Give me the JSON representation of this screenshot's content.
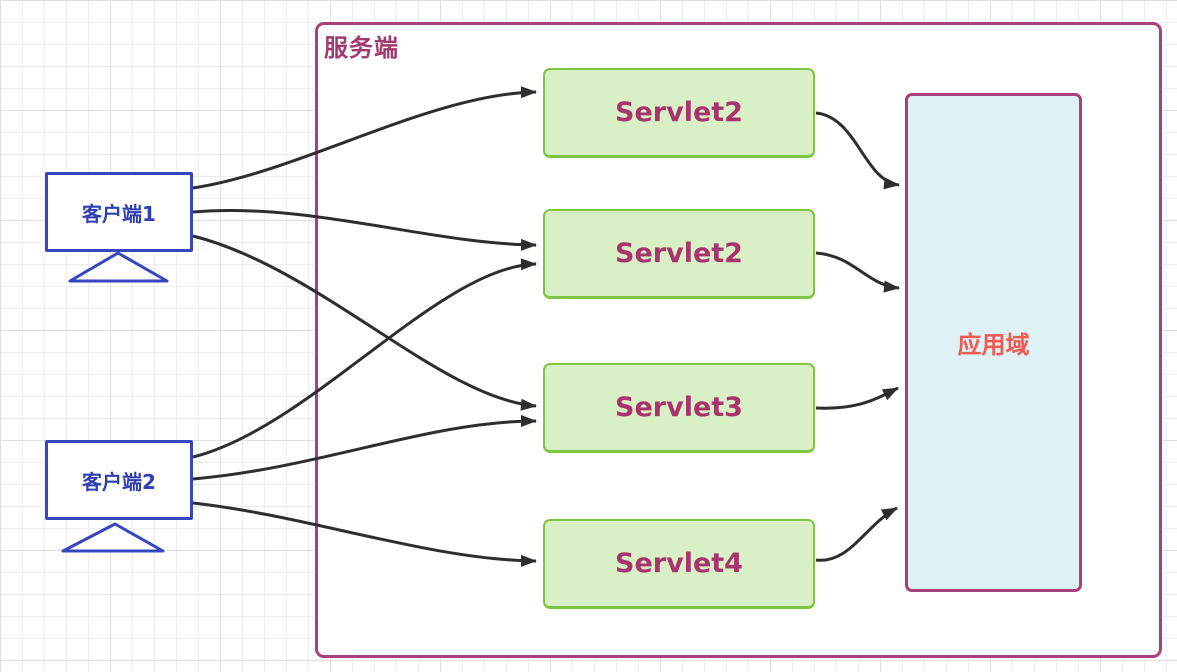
{
  "server": {
    "label": "服务端"
  },
  "clients": [
    {
      "label": "客户端1"
    },
    {
      "label": "客户端2"
    }
  ],
  "servlets": [
    {
      "label": "Servlet2"
    },
    {
      "label": "Servlet2"
    },
    {
      "label": "Servlet3"
    },
    {
      "label": "Servlet4"
    }
  ],
  "app_domain": {
    "label": "应用域"
  },
  "connections": [
    {
      "from": "客户端1",
      "to": "Servlet2 (top)"
    },
    {
      "from": "客户端1",
      "to": "Servlet2 (second)"
    },
    {
      "from": "客户端1",
      "to": "Servlet3"
    },
    {
      "from": "客户端2",
      "to": "Servlet2 (second)"
    },
    {
      "from": "客户端2",
      "to": "Servlet3"
    },
    {
      "from": "客户端2",
      "to": "Servlet4"
    },
    {
      "from": "Servlet2 (top)",
      "to": "应用域"
    },
    {
      "from": "Servlet2 (second)",
      "to": "应用域"
    },
    {
      "from": "Servlet3",
      "to": "应用域"
    },
    {
      "from": "Servlet4",
      "to": "应用域"
    }
  ],
  "colors": {
    "server_border": "#a8407c",
    "server_label": "#a23a72",
    "servlet_fill": "#d9efc5",
    "servlet_border": "#7cc642",
    "servlet_label": "#a8336e",
    "app_domain_fill": "#def2f5",
    "app_domain_border": "#a8407c",
    "app_domain_label": "#f05a52",
    "client_border": "#3647bd",
    "client_label": "#2e3fb0",
    "arrow": "#2e2e2e"
  }
}
